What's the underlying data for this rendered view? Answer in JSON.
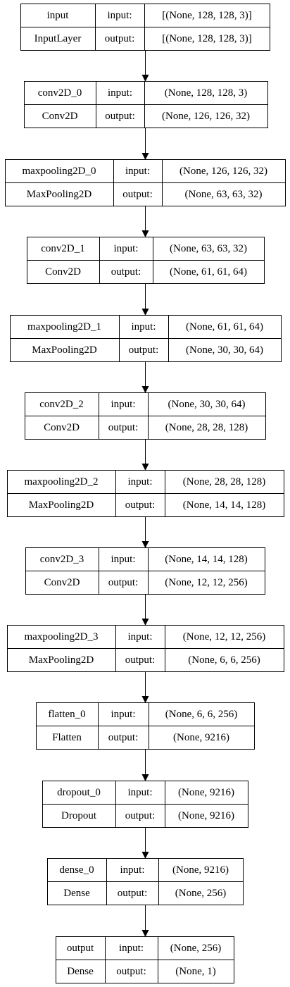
{
  "labels": {
    "input": "input:",
    "output": "output:"
  },
  "layers": [
    {
      "name": "input",
      "type": "InputLayer",
      "input_shape": "[(None, 128, 128, 3)]",
      "output_shape": "[(None, 128, 128, 3)]"
    },
    {
      "name": "conv2D_0",
      "type": "Conv2D",
      "input_shape": "(None, 128, 128, 3)",
      "output_shape": "(None, 126, 126, 32)"
    },
    {
      "name": "maxpooling2D_0",
      "type": "MaxPooling2D",
      "input_shape": "(None, 126, 126, 32)",
      "output_shape": "(None, 63, 63, 32)"
    },
    {
      "name": "conv2D_1",
      "type": "Conv2D",
      "input_shape": "(None, 63, 63, 32)",
      "output_shape": "(None, 61, 61, 64)"
    },
    {
      "name": "maxpooling2D_1",
      "type": "MaxPooling2D",
      "input_shape": "(None, 61, 61, 64)",
      "output_shape": "(None, 30, 30, 64)"
    },
    {
      "name": "conv2D_2",
      "type": "Conv2D",
      "input_shape": "(None, 30, 30, 64)",
      "output_shape": "(None, 28, 28, 128)"
    },
    {
      "name": "maxpooling2D_2",
      "type": "MaxPooling2D",
      "input_shape": "(None, 28, 28, 128)",
      "output_shape": "(None, 14, 14, 128)"
    },
    {
      "name": "conv2D_3",
      "type": "Conv2D",
      "input_shape": "(None, 14, 14, 128)",
      "output_shape": "(None, 12, 12, 256)"
    },
    {
      "name": "maxpooling2D_3",
      "type": "MaxPooling2D",
      "input_shape": "(None, 12, 12, 256)",
      "output_shape": "(None, 6, 6, 256)"
    },
    {
      "name": "flatten_0",
      "type": "Flatten",
      "input_shape": "(None, 6, 6, 256)",
      "output_shape": "(None, 9216)"
    },
    {
      "name": "dropout_0",
      "type": "Dropout",
      "input_shape": "(None, 9216)",
      "output_shape": "(None, 9216)"
    },
    {
      "name": "dense_0",
      "type": "Dense",
      "input_shape": "(None, 9216)",
      "output_shape": "(None, 256)"
    },
    {
      "name": "output",
      "type": "Dense",
      "input_shape": "(None, 256)",
      "output_shape": "(None, 1)"
    }
  ]
}
